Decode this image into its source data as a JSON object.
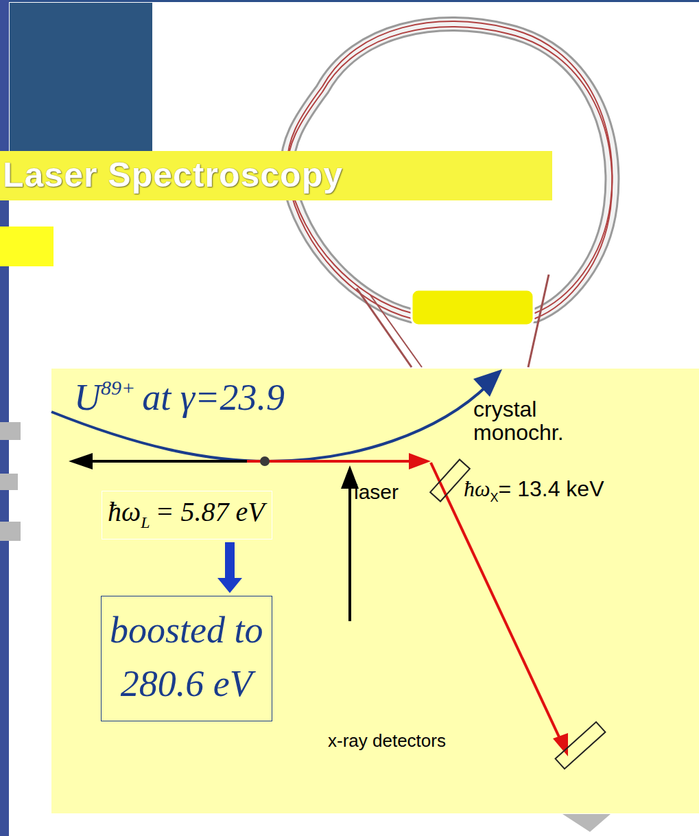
{
  "diagram": {
    "nodes": [
      {
        "text": [
          "Laser Spectroscopy"
        ]
      },
      {
        "text": [
          "ħω",
          "L",
          "= 5.87 eV"
        ]
      },
      {
        "text": [
          "boosted to",
          "280.6 eV"
        ]
      }
    ],
    "edges": [
      {
        "from": 1,
        "to": 2,
        "arrow": "to"
      }
    ],
    "labels": [
      "U",
      "89+",
      "at γ=23.9",
      "crystal monochr.",
      "ħω",
      "X",
      "= 13.4 keV",
      "laser",
      "x-ray detectors"
    ]
  }
}
